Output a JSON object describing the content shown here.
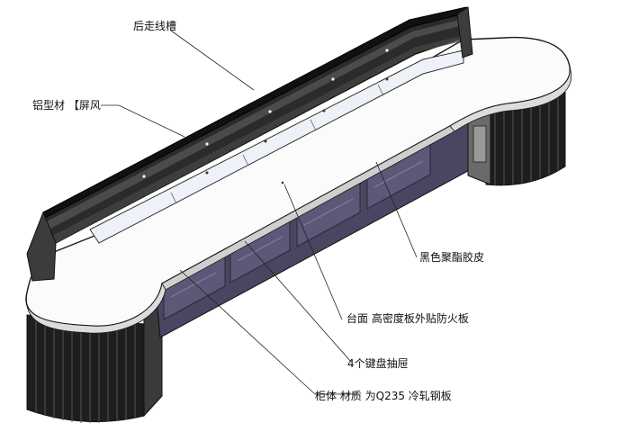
{
  "labels": {
    "rear_cable_tray": "后走线槽",
    "aluminum_screen": "铝型材 【屏风",
    "black_pu_leather": "黑色聚酯胶皮",
    "desktop": "台面 高密度板外贴防火板",
    "keyboard_drawers": "4个键盘抽屉",
    "cabinet": "柜体 材质 为Q235 冷轧钢板"
  },
  "colors": {
    "outline": "#1a1a1a",
    "desktop_top": "#fbfbfb",
    "screen_panel": "#2b2b2b",
    "screen_highlight": "#5a5a5a",
    "window_glass": "#eef1f8",
    "cabinet_front": "#4a4560",
    "cabinet_dark": "#222222",
    "leather_strip": "#111111"
  }
}
